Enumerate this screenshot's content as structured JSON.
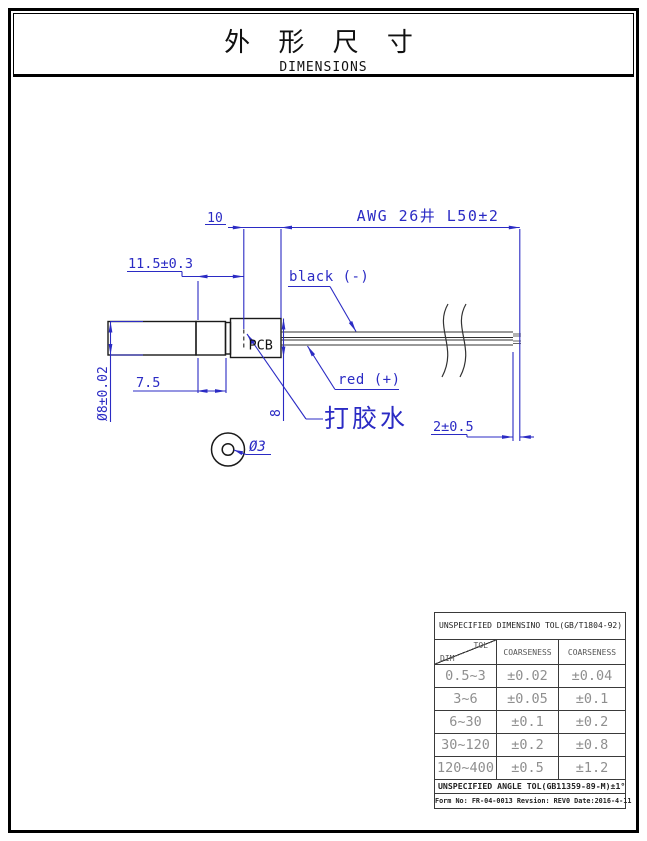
{
  "title": {
    "cn": "外 形 尺 寸",
    "en": "DIMENSIONS"
  },
  "drawing": {
    "dim_wire_length": "AWG 26井 L50±2",
    "dim_pcb_offset": "10",
    "dim_body_front": "11.5±0.3",
    "dim_collar": "7.5",
    "dim_body_dia": "Ø8±0.02",
    "dim_pcb_height": "8",
    "dim_tip_strip": "2±0.5",
    "dim_aperture": "Ø3",
    "label_black_wire": "black (-)",
    "label_red_wire": "red (+)",
    "label_glue": "打胶水",
    "label_pcb": "PCB",
    "color_dim": "#2b2bc4",
    "color_outline": "#1a1a1a"
  },
  "tol_table": {
    "title": "UNSPECIFIED DIMENSINO TOL(GB/T1804-92)",
    "header": {
      "tol": "TOL",
      "dim": "DIM",
      "col2": "COARSENESS",
      "col3": "COARSENESS"
    },
    "rows": [
      {
        "range": "0.5~3",
        "c1": "±0.02",
        "c2": "±0.04"
      },
      {
        "range": "3~6",
        "c1": "±0.05",
        "c2": "±0.1"
      },
      {
        "range": "6~30",
        "c1": "±0.1",
        "c2": "±0.2"
      },
      {
        "range": "30~120",
        "c1": "±0.2",
        "c2": "±0.8"
      },
      {
        "range": "120~400",
        "c1": "±0.5",
        "c2": "±1.2"
      }
    ],
    "angle_note": "UNSPECIFIED ANGLE TOL(GB11359-89-M)±1°",
    "form_note": "Form No: FR-04-0013 Revsion: REV0 Date:2016-4-11"
  }
}
